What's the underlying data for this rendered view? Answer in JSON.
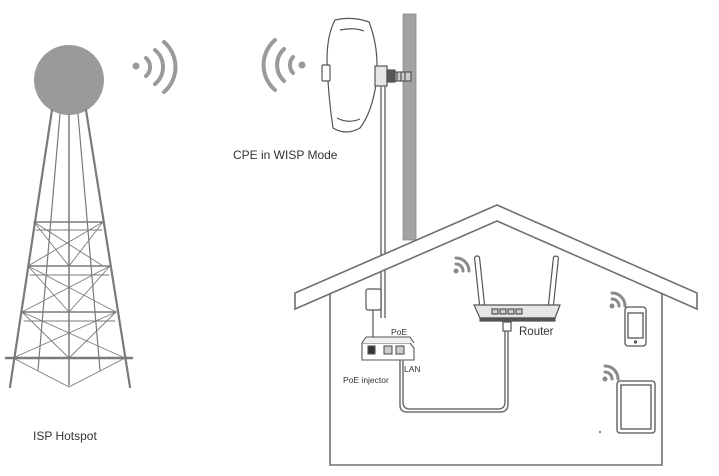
{
  "labels": {
    "cpe": "CPE in WISP Mode",
    "isp": "ISP Hotspot",
    "poe": "PoE",
    "poe_injector": "PoE injector",
    "lan": "LAN",
    "router": "Router"
  },
  "colors": {
    "line": "#707070",
    "fill_gray": "#9a9a9a",
    "pole": "#a3a3a3",
    "wave": "#9a9a9a"
  },
  "icons": [
    "cell-tower-icon",
    "wifi-signal-icon",
    "cpe-device-icon",
    "pole-icon",
    "house-icon",
    "poe-injector-icon",
    "power-adapter-icon",
    "router-icon",
    "smartphone-icon",
    "tablet-icon"
  ]
}
